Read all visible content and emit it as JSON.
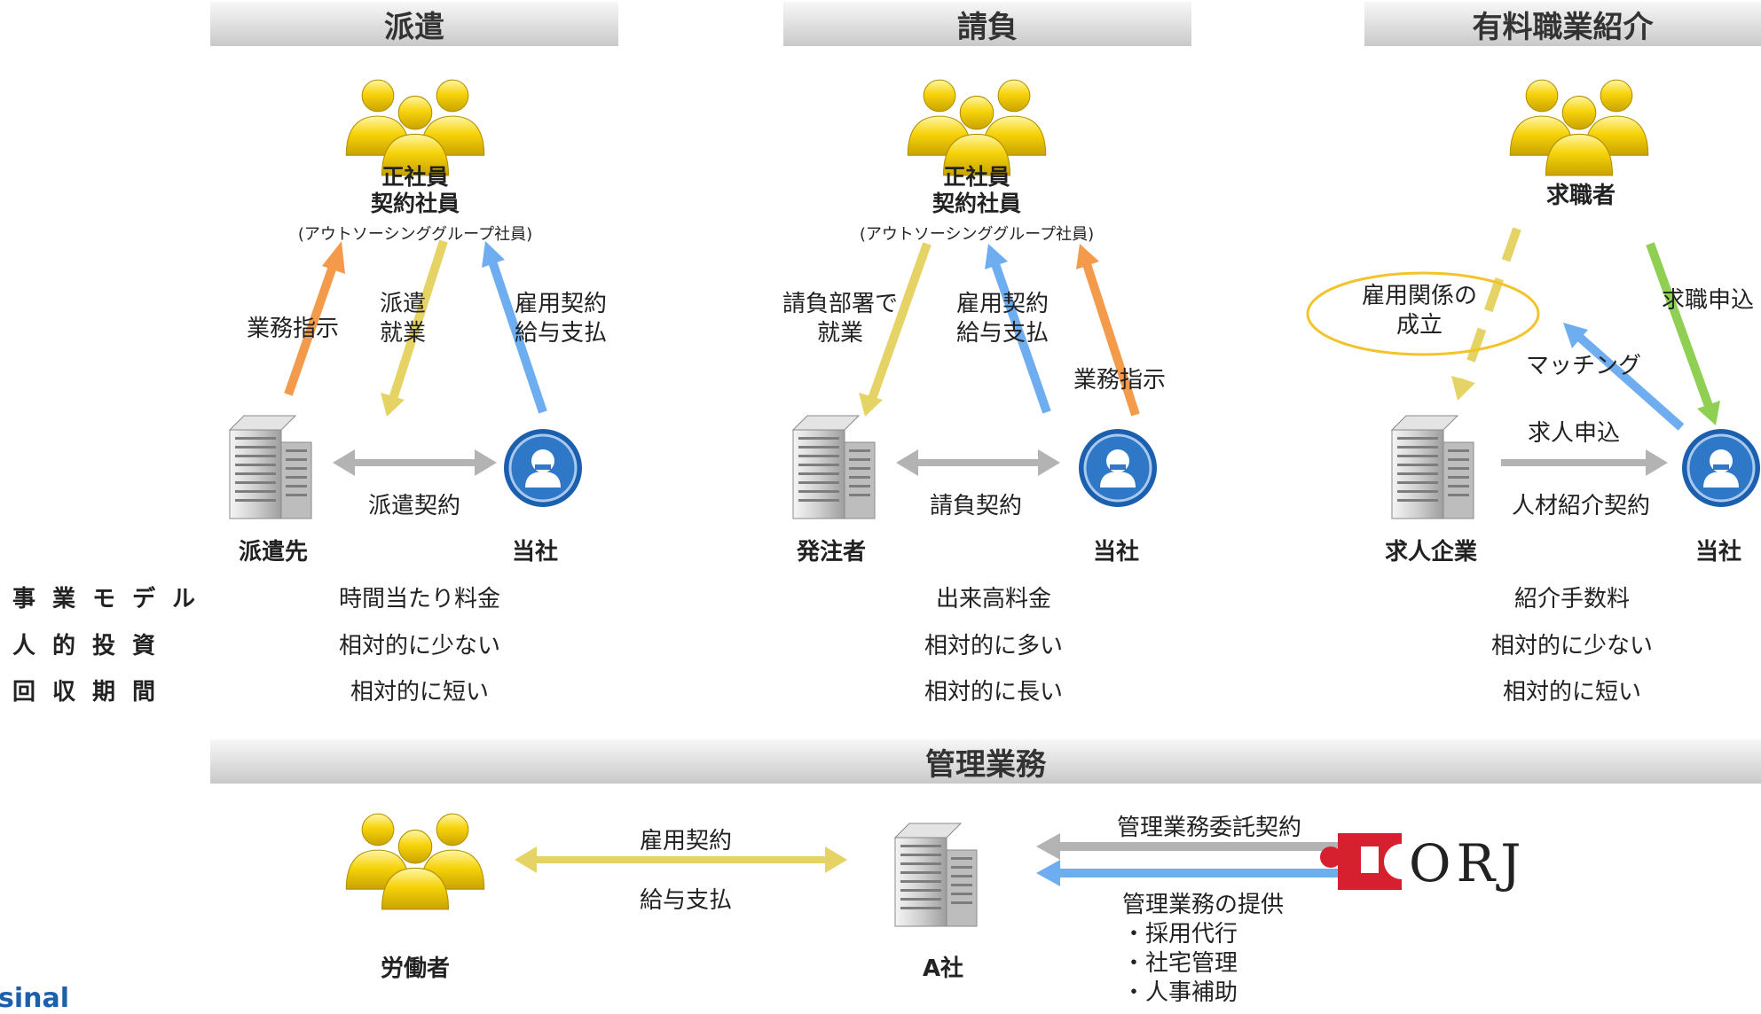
{
  "sections": {
    "haken": {
      "title": "派遣",
      "employee_line1": "正社員",
      "employee_line2": "契約社員",
      "employee_sub": "(アウトソーシンググループ社員)",
      "arrow_left": "業務指示",
      "arrow_mid": "派遣\n就業",
      "arrow_right": "雇用契約\n給与支払",
      "contract": "派遣契約",
      "client": "派遣先",
      "company": "当社",
      "business_model": "時間当たり料金",
      "investment": "相対的に少ない",
      "recovery": "相対的に短い"
    },
    "ukeoi": {
      "title": "請負",
      "employee_line1": "正社員",
      "employee_line2": "契約社員",
      "employee_sub": "(アウトソーシンググループ社員)",
      "arrow_left": "請負部署で\n就業",
      "arrow_mid": "雇用契約\n給与支払",
      "arrow_right": "業務指示",
      "contract": "請負契約",
      "client": "発注者",
      "company": "当社",
      "business_model": "出来高料金",
      "investment": "相対的に多い",
      "recovery": "相対的に長い"
    },
    "shokai": {
      "title": "有料職業紹介",
      "person": "求職者",
      "employment": "雇用関係の\n成立",
      "matching": "マッチング",
      "job_apply": "求職申込",
      "job_offer": "求人申込",
      "contract": "人材紹介契約",
      "client": "求人企業",
      "company": "当社",
      "business_model": "紹介手数料",
      "investment": "相対的に少ない",
      "recovery": "相対的に短い"
    }
  },
  "row_labels": {
    "business_model": "事業モデル",
    "investment": "人的投資",
    "recovery": "回収期間"
  },
  "management": {
    "title": "管理業務",
    "worker": "労働者",
    "arrow_top": "雇用契約",
    "arrow_bottom": "給与支払",
    "company": "A社",
    "contract": "管理業務委託契約",
    "service": "管理業務の提供\n・採用代行\n・社宅管理\n・人事補助",
    "logo": "ORJ"
  },
  "corner_fragment": "sinal",
  "colors": {
    "orange": "#f39a4b",
    "yellow": "#e6d365",
    "blue": "#6eaef0",
    "green": "#8fcf52",
    "gray": "#b3b3b3",
    "person": "#f7d30a",
    "logo_red": "#d7202f",
    "company_blue": "#1b5fae"
  }
}
